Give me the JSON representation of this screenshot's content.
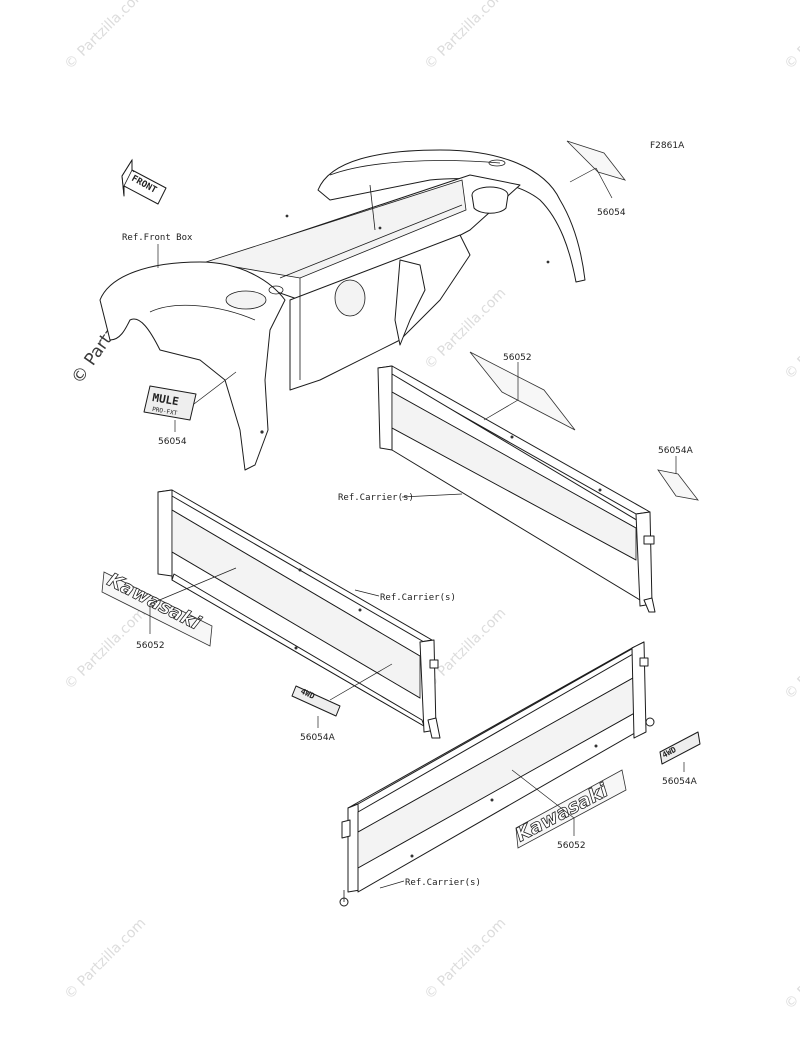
{
  "figure_code": "F2861A",
  "front_arrow_label": "FRONT",
  "watermark": "© Partzilla.com",
  "refs": {
    "front_box": "Ref.Front Box",
    "carrier_1": "Ref.Carrier(s)",
    "carrier_2": "Ref.Carrier(s)",
    "carrier_3": "Ref.Carrier(s)"
  },
  "part_labels": {
    "p56054_top": "56054",
    "p56054_mule": "56054",
    "p56052_top": "56052",
    "p56054A_right": "56054A",
    "p56052_left": "56052",
    "p56054A_left": "56054A",
    "p56054A_bottom": "56054A",
    "p56052_bottom": "56052"
  },
  "decals": {
    "brand": "Kawasaki",
    "mule_top": "MULE",
    "mule_sub": "PRO-FXT",
    "four_wd": "4WD"
  }
}
